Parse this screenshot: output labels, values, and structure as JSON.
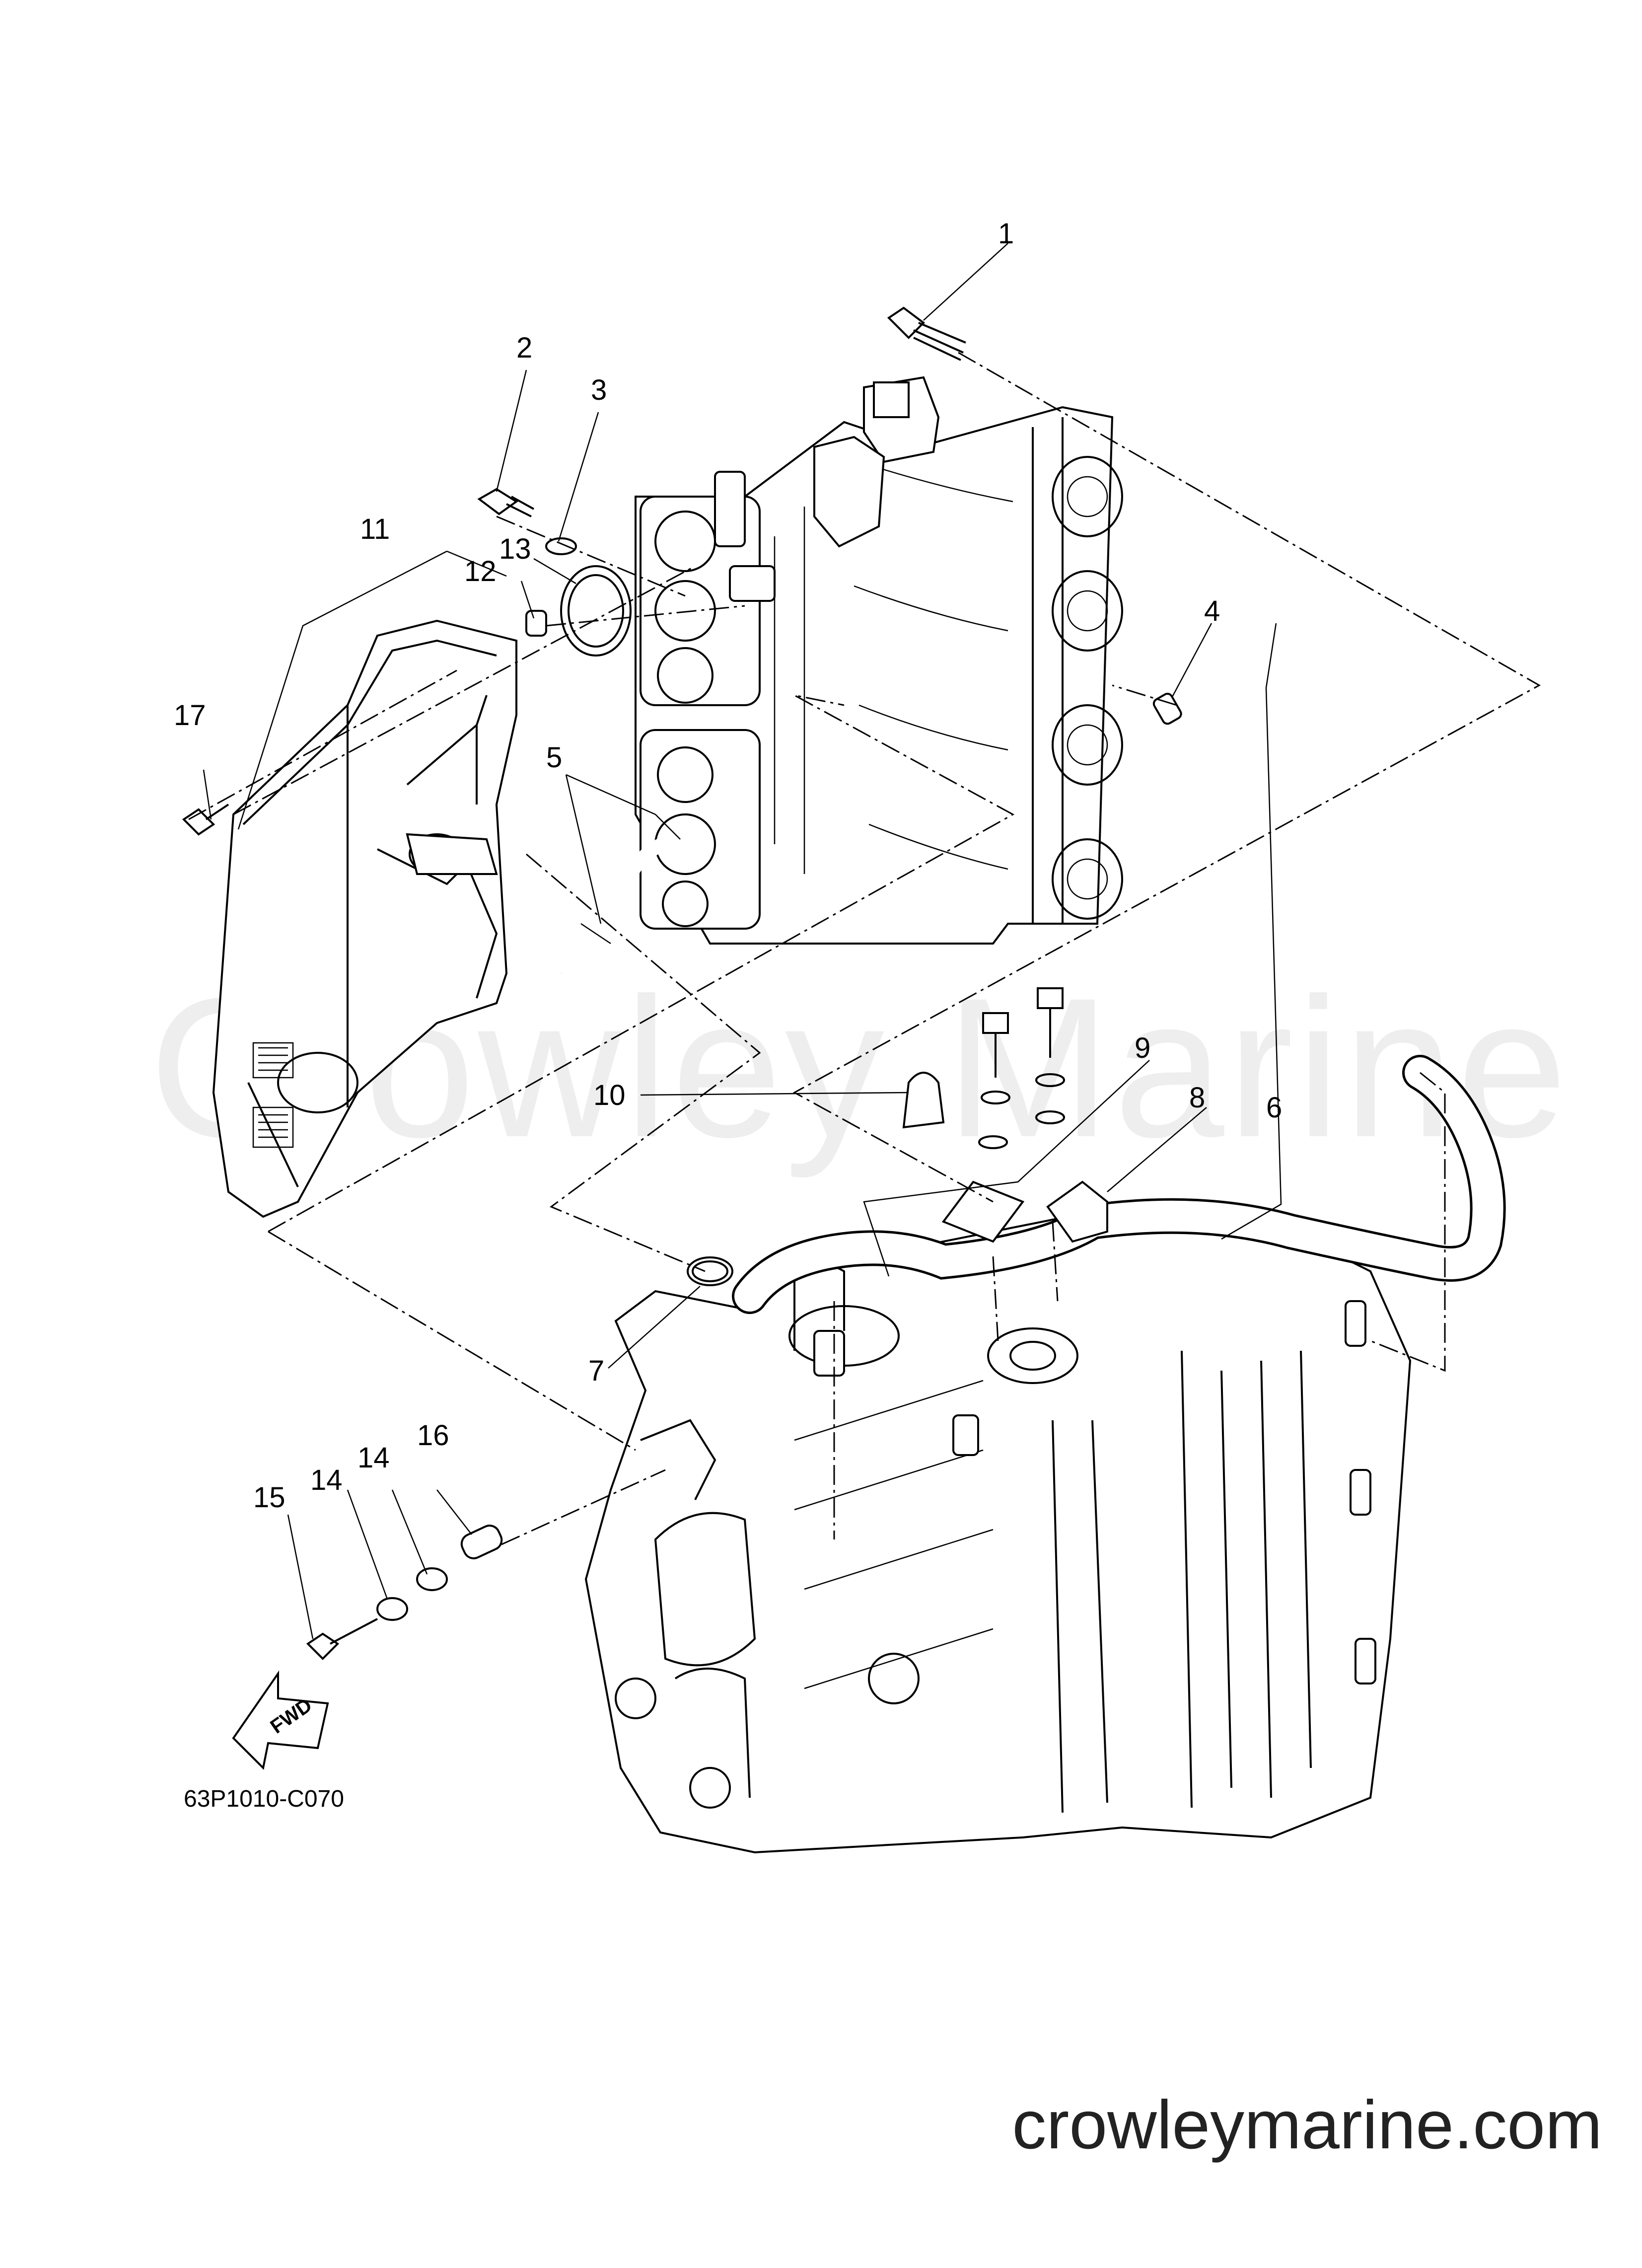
{
  "diagram": {
    "code": "63P1010-C070",
    "watermark": "Crowley Marine",
    "site": "crowleymarine.com",
    "fwd_label": "FWD",
    "callouts": [
      "1",
      "2",
      "3",
      "4",
      "5",
      "6",
      "7",
      "8",
      "9",
      "10",
      "11",
      "12",
      "13",
      "14",
      "14",
      "15",
      "16",
      "17"
    ]
  }
}
